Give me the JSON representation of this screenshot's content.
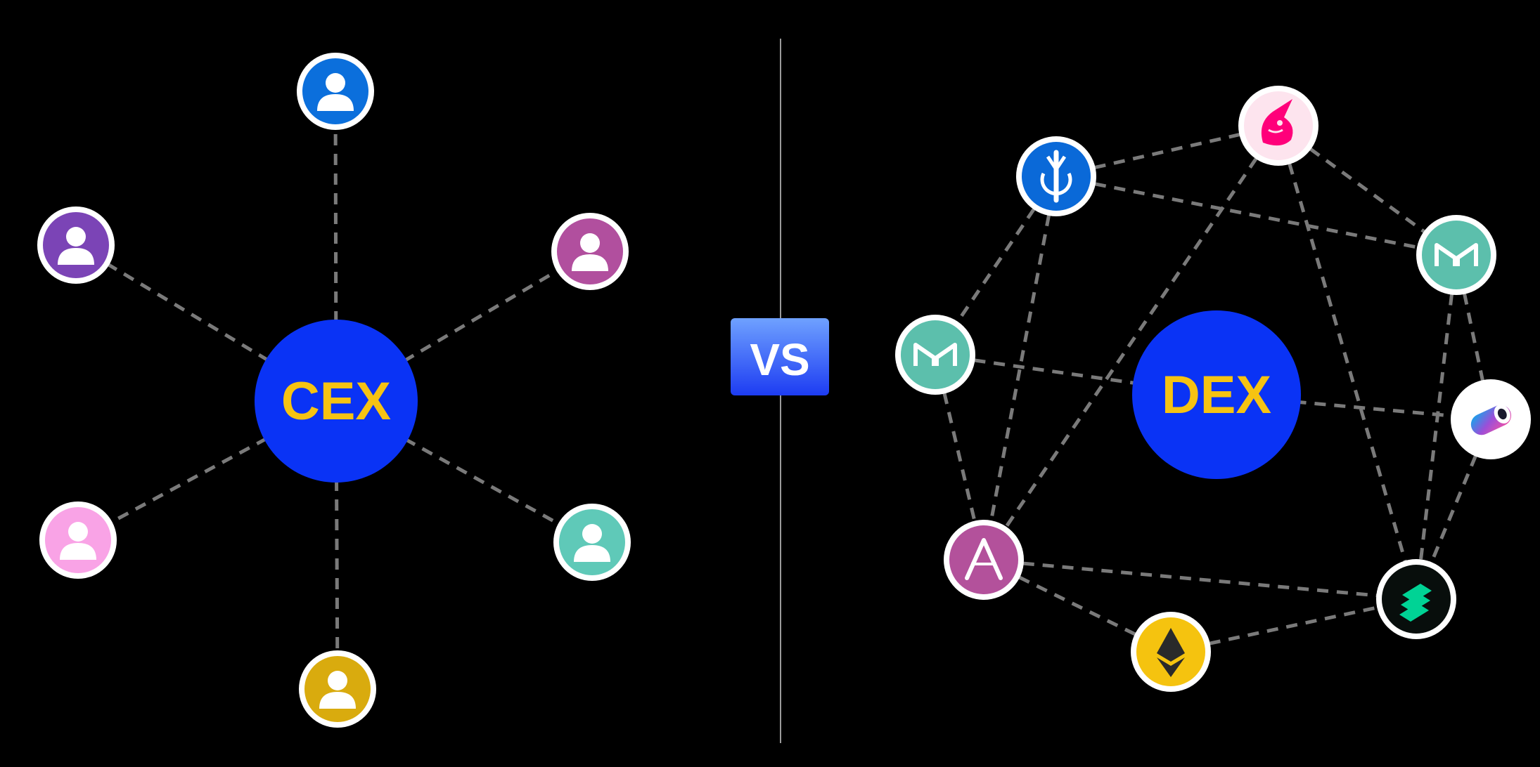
{
  "cex": {
    "label": "CEX",
    "hub_color": "#0a33f5",
    "label_color": "#f6c312",
    "users": [
      {
        "id": "user-top",
        "color": "#0b6fdc"
      },
      {
        "id": "user-upper-left",
        "color": "#7b44b6"
      },
      {
        "id": "user-upper-right",
        "color": "#b14f9e"
      },
      {
        "id": "user-lower-left",
        "color": "#f9a3e6"
      },
      {
        "id": "user-lower-right",
        "color": "#5fc9b8"
      },
      {
        "id": "user-bottom",
        "color": "#d9ab0e"
      }
    ]
  },
  "vs": {
    "label": "VS",
    "gradient_top": "#6fa1ff",
    "gradient_bottom": "#1d3cf2"
  },
  "dex": {
    "label": "DEX",
    "hub_color": "#0a33f5",
    "label_color": "#f6c312",
    "tokens": [
      {
        "id": "uniswap",
        "icon": "unicorn-icon",
        "color": "#fde4ee"
      },
      {
        "id": "yearn",
        "icon": "yearn-icon",
        "color": "#0a69d8"
      },
      {
        "id": "maker-right",
        "icon": "maker-icon",
        "color": "#5cbfac"
      },
      {
        "id": "maker-left",
        "icon": "maker-icon",
        "color": "#5cbfac"
      },
      {
        "id": "sushiswap",
        "icon": "sushi-icon",
        "color": "#ffffff"
      },
      {
        "id": "aave",
        "icon": "aave-icon",
        "color": "#b3519b"
      },
      {
        "id": "compound",
        "icon": "compound-icon",
        "color": "#080e0c"
      },
      {
        "id": "ethereum",
        "icon": "ethereum-icon",
        "color": "#f5c30f"
      }
    ]
  },
  "connector_color": "#7a7a7a",
  "divider_color": "#9a9a9a"
}
